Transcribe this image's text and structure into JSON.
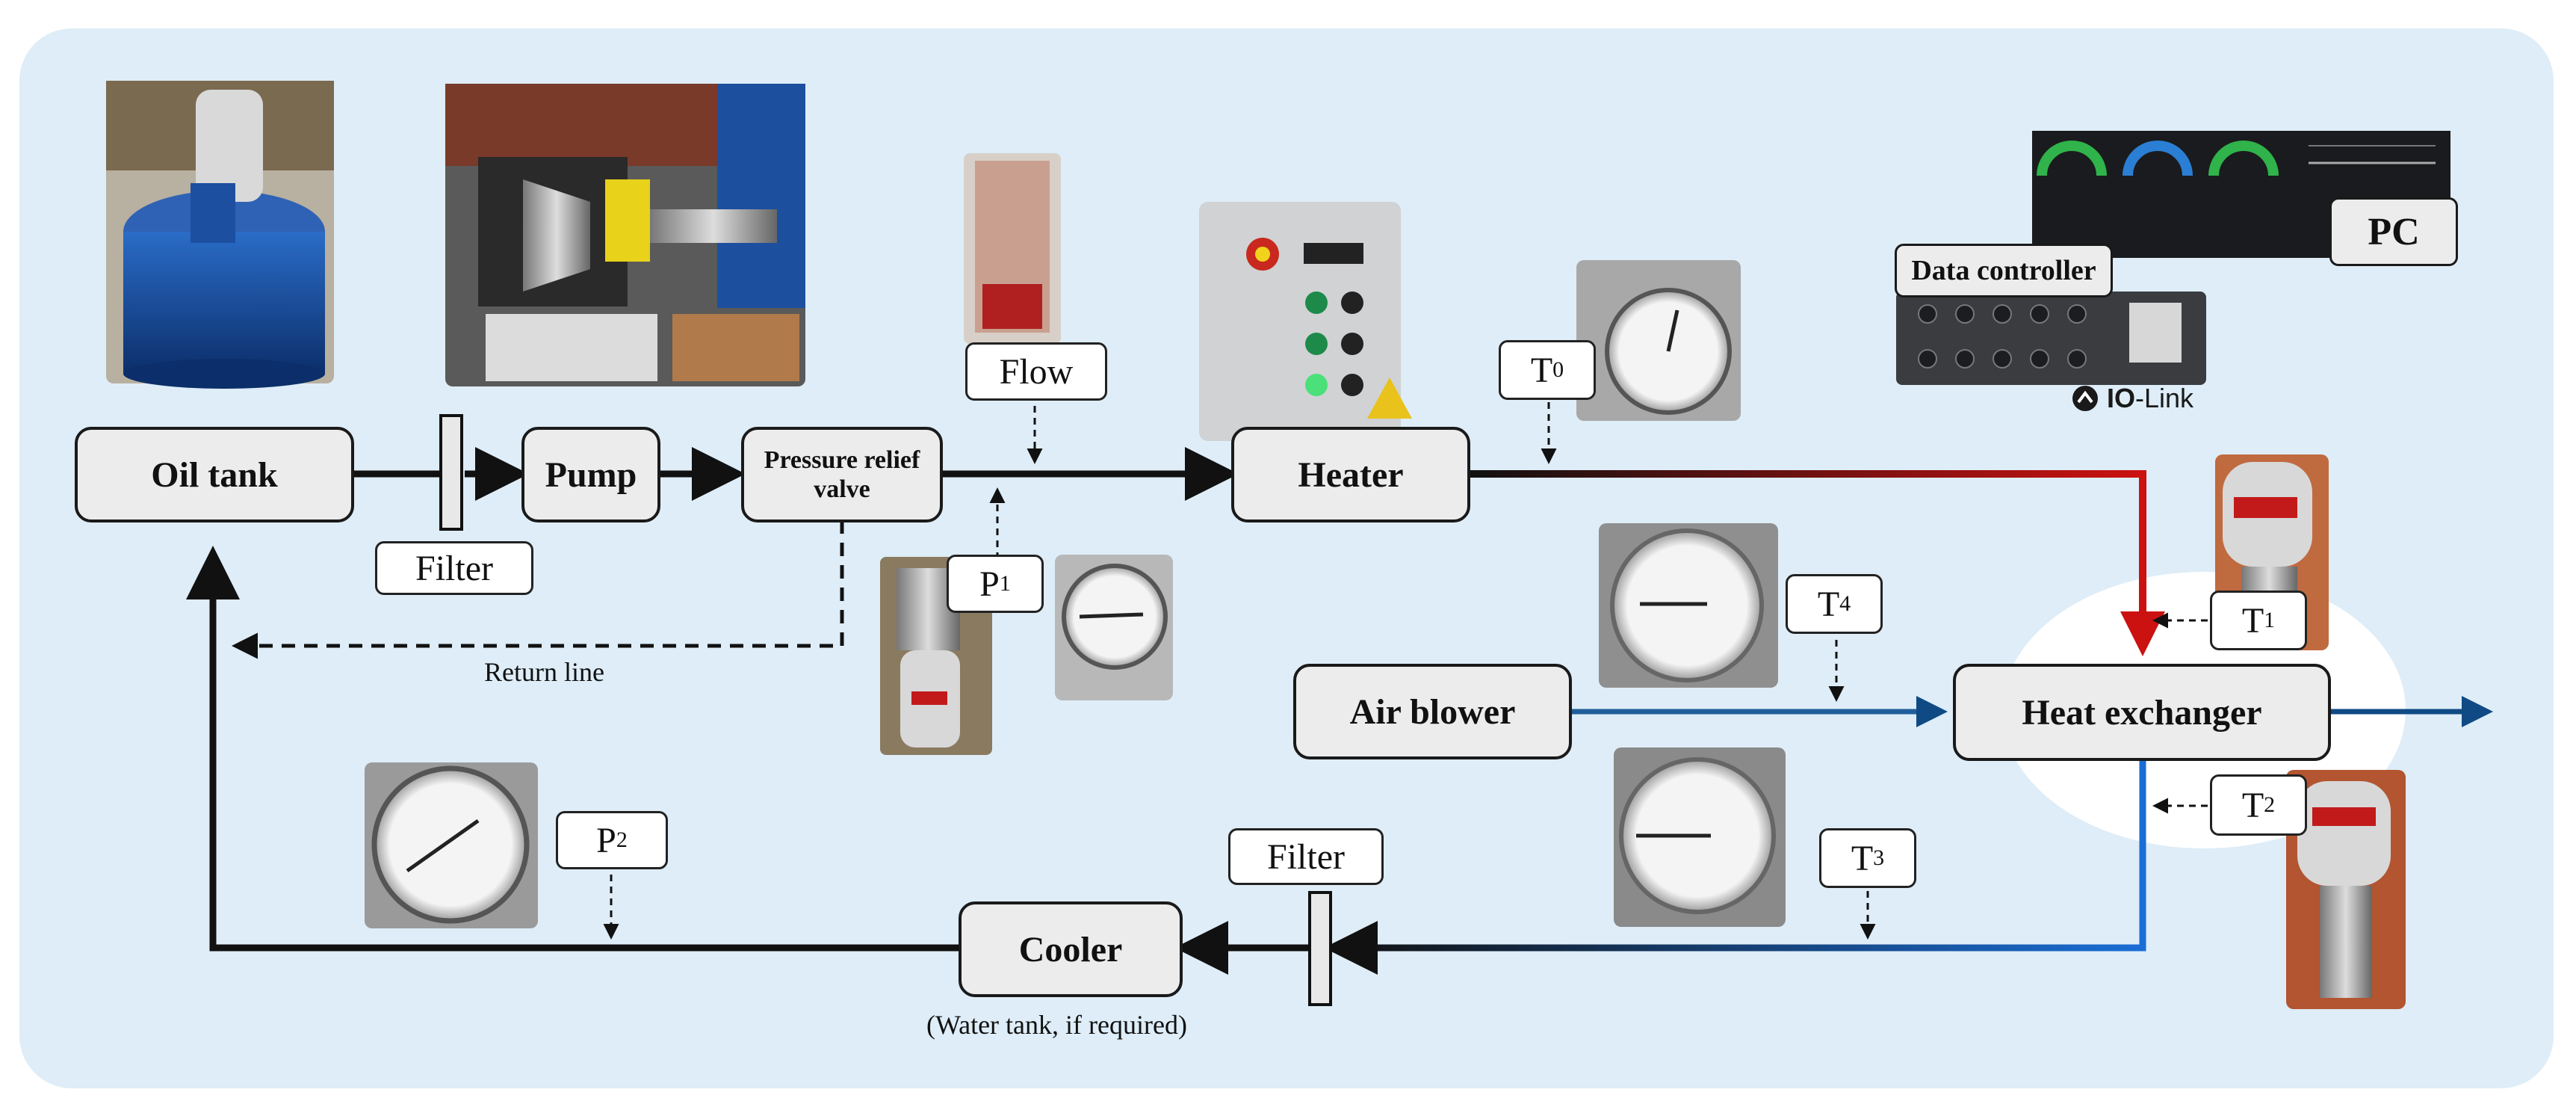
{
  "nodes": {
    "oil_tank": "Oil tank",
    "pump": "Pump",
    "pressure_relief_valve": "Pressure relief valve",
    "heater": "Heater",
    "air_blower": "Air blower",
    "heat_exchanger": "Heat exchanger",
    "cooler": "Cooler",
    "data_controller": "Data controller",
    "pc": "PC"
  },
  "labels": {
    "filter_1": "Filter",
    "filter_2": "Filter",
    "flow": "Flow",
    "p1": "P",
    "p1_sub": "1",
    "p2": "P",
    "p2_sub": "2",
    "t0": "T",
    "t0_sub": "0",
    "t1": "T",
    "t1_sub": "1",
    "t2": "T",
    "t2_sub": "2",
    "t3": "T",
    "t3_sub": "3",
    "t4": "T",
    "t4_sub": "4"
  },
  "notes": {
    "return_line": "Return line",
    "cooler_note": "(Water tank, if required)",
    "io_link_brand": "IO",
    "io_link_suffix": "-Link"
  },
  "colors": {
    "panel_bg": "#deedf7",
    "hot_line": "#cc1111",
    "cold_line": "#0f4a85",
    "air_line": "#1f5e9a",
    "black_line": "#111111",
    "node_fill": "#ececec"
  }
}
